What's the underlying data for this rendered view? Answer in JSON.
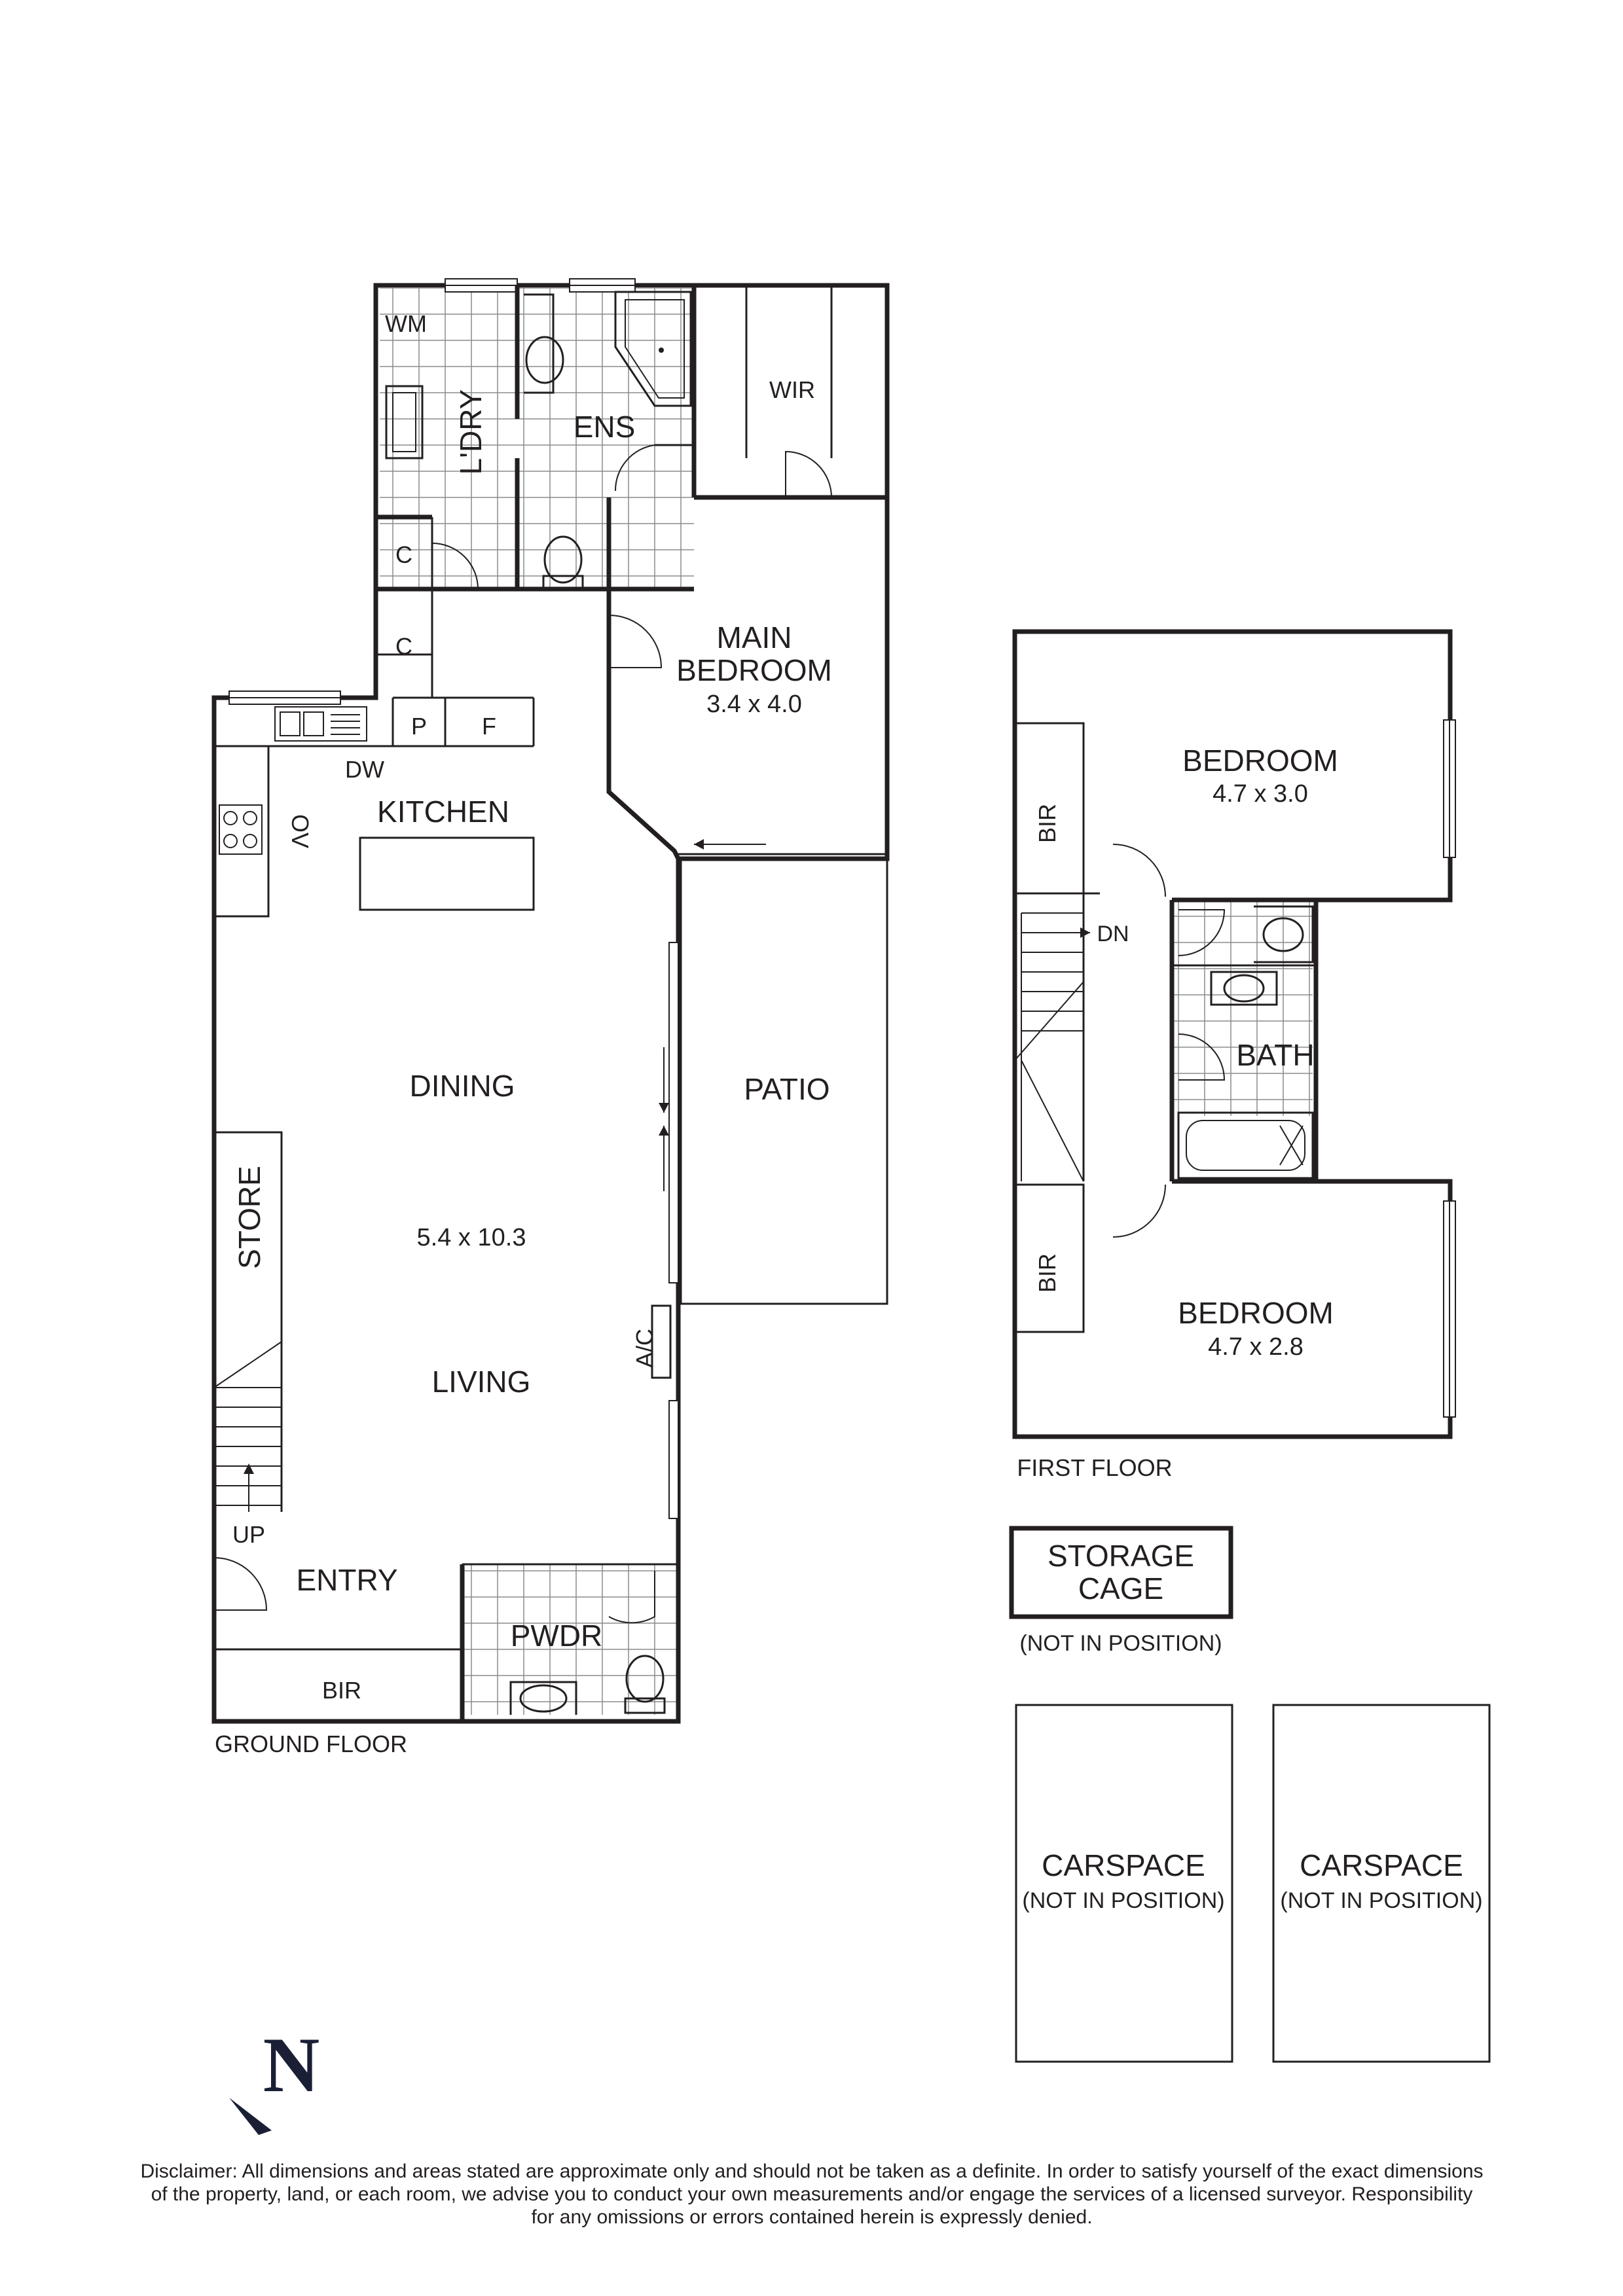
{
  "ground_floor": {
    "caption": "GROUND FLOOR",
    "rooms": {
      "wm": "WM",
      "laundry": "L'DRY",
      "ensuite": "ENS",
      "wir": "WIR",
      "cupboard_1": "C",
      "cupboard_2": "C",
      "main_bedroom_1": "MAIN",
      "main_bedroom_2": "BEDROOM",
      "main_bedroom_dim": "3.4 x 4.0",
      "pantry": "P",
      "fridge": "F",
      "dishwasher": "DW",
      "oven": "OV",
      "kitchen": "KITCHEN",
      "dining": "DINING",
      "patio": "PATIO",
      "store": "STORE",
      "living_dining_dim": "5.4 x 10.3",
      "aircon": "A/C",
      "living": "LIVING",
      "up": "UP",
      "entry": "ENTRY",
      "powder": "PWDR",
      "bir": "BIR"
    }
  },
  "first_floor": {
    "caption": "FIRST FLOOR",
    "rooms": {
      "bedroom_1": "BEDROOM",
      "bedroom_1_dim": "4.7 x 3.0",
      "bir_1": "BIR",
      "down": "DN",
      "bath": "BATH",
      "bir_2": "BIR",
      "bedroom_2": "BEDROOM",
      "bedroom_2_dim": "4.7 x 2.8"
    }
  },
  "storage": {
    "label_1": "STORAGE",
    "label_2": "CAGE",
    "note": "(NOT IN POSITION)"
  },
  "carspaces": [
    {
      "label": "CARSPACE",
      "note": "(NOT IN POSITION)"
    },
    {
      "label": "CARSPACE",
      "note": "(NOT IN POSITION)"
    }
  ],
  "compass": {
    "letter": "N",
    "icon": "north-arrow-icon"
  },
  "disclaimer": {
    "line_1": "Disclaimer: All dimensions and areas stated are approximate only and should not be taken as a definite. In order to satisfy yourself of the exact dimensions",
    "line_2": "of the property, land, or each room, we advise you to conduct your own measurements and/or engage the services of a licensed surveyor. Responsibility",
    "line_3": "for any omissions or errors contained herein is expressly denied."
  },
  "colors": {
    "ink": "#231f20",
    "compass": "#1a1f36"
  }
}
